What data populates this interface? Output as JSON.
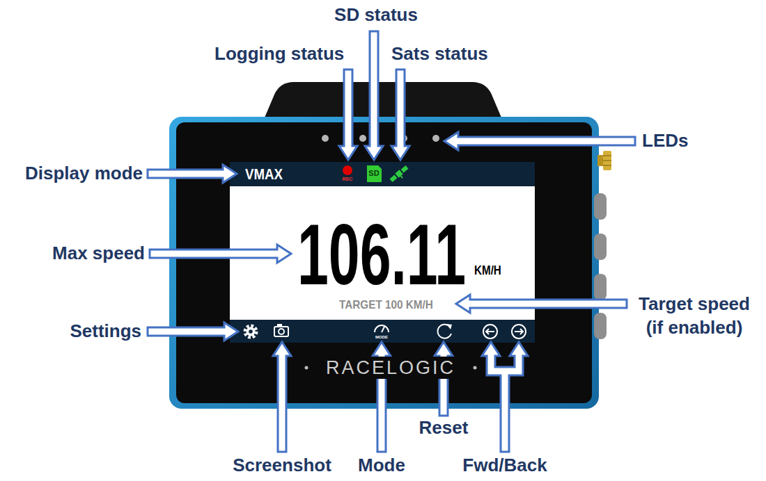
{
  "diagram": {
    "labels": [
      "SD status",
      "Logging status",
      "Sats status",
      "LEDs",
      "Display mode",
      "VMAX",
      "REC",
      "SD",
      "Max speed",
      "106.11",
      "KM/H",
      "TARGET 100 KM/H",
      "Target speed (if enabled)",
      "Settings",
      "MODE",
      "RACELOGIC",
      "Reset",
      "Screenshot",
      "Mode",
      "Fwd/Back"
    ]
  }
}
